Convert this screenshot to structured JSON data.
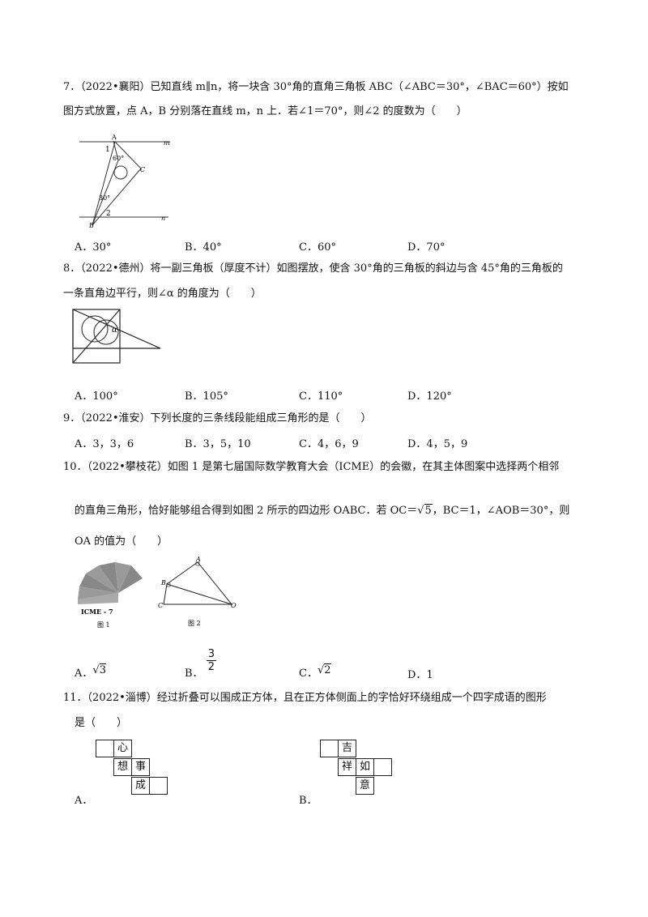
{
  "questions": [
    {
      "id": "q7",
      "line1": "7．（2022•襄阳）已知直线 m∥n，将一块含 30°角的直角三角板 ABC（∠ABC＝30°，∠BAC＝60°）按如",
      "line2": "图方式放置，点 A，B 分别落在直线 m，n 上．若∠1＝70°，则∠2 的度数为（　　）",
      "options": [
        "A．30°",
        "B．40°",
        "C．60°",
        "D．70°"
      ],
      "figure": {
        "labels": [
          "A",
          "m",
          "1",
          "60°",
          "C",
          "30°",
          "2",
          "n",
          "B"
        ]
      }
    },
    {
      "id": "q8",
      "line1": "8．（2022•德州）将一副三角板（厚度不计）如图摆放，使含 30°角的三角板的斜边与含 45°角的三角板的",
      "line2": "一条直角边平行，则∠α 的角度为（　　）",
      "options": [
        "A．100°",
        "B．105°",
        "C．110°",
        "D．120°"
      ],
      "figure": {
        "labels": [
          "α"
        ]
      }
    },
    {
      "id": "q9",
      "line1": "9．（2022•淮安）下列长度的三条线段能组成三角形的是（　　）",
      "options": [
        "A．3，3，6",
        "B．3，5，10",
        "C．4，6，9",
        "D．4，5，9"
      ]
    },
    {
      "id": "q10",
      "line1": "10．（2022•攀枝花）如图 1 是第七届国际数学教育大会（ICME）的会徽，在其主体图案中选择两个相邻",
      "line2a": "的直角三角形，恰好能够组合得到如图 2 所示的四边形 OABC．若 OC＝",
      "line2b": "5",
      "line2c": "，BC＝1，∠AOB＝30°，则",
      "line3": "OA 的值为（　　）",
      "figure1": {
        "logo_text": "ICME - 7",
        "caption": "图 1"
      },
      "figure2": {
        "labels": [
          "A",
          "B",
          "C",
          "O"
        ],
        "caption": "图 2"
      },
      "options": [
        {
          "prefix": "A．",
          "radicand": "3"
        },
        {
          "prefix": "B．",
          "numerator": "3",
          "denominator": "2"
        },
        {
          "prefix": "C．",
          "radicand": "2"
        },
        {
          "prefix": "D．",
          "value": "1"
        }
      ]
    },
    {
      "id": "q11",
      "line1": "11．（2022•淄博）经过折叠可以围成正方体，且在正方体侧面上的字恰好环绕组成一个四字成语的图形",
      "line2": "是（　　）",
      "netA": {
        "label": "A．",
        "chars": [
          "心",
          "想",
          "事",
          "成"
        ]
      },
      "netB": {
        "label": "B．",
        "chars": [
          "吉",
          "祥",
          "如",
          "意"
        ]
      }
    }
  ]
}
